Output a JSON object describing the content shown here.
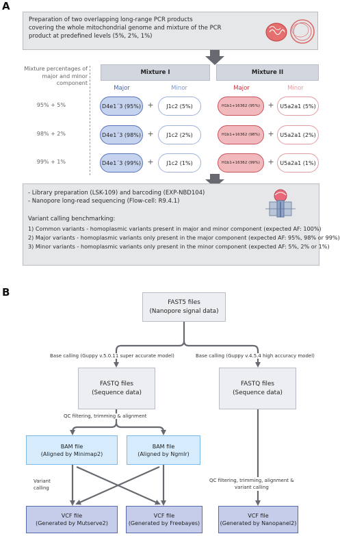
{
  "panel_a": {
    "letter": "A",
    "intro_line1": "Preparation of two overlapping long-range PCR products",
    "intro_line2": "covering the whole mitochondrial genome and mixture of the PCR",
    "intro_line3": "product at predefined levels (5%, 2%, 1%)",
    "mix_label_line1": "Mixture percentages of",
    "mix_label_line2": "major and minor",
    "mix_label_line3": "component",
    "mixture1_title": "Mixture I",
    "mixture2_title": "Mixture II",
    "major_label": "Major",
    "minor_label": "Minor",
    "rows": [
      {
        "pct": "95% + 5%",
        "m1_major": "D4e1´3 (95%)",
        "m1_minor": "J1c2 (5%)",
        "m2_major": "H1b1+16362 (95%)",
        "m2_minor": "U5a2a1 (5%)"
      },
      {
        "pct": "98% + 2%",
        "m1_major": "D4e1´3 (98%)",
        "m1_minor": "J1c2 (2%)",
        "m2_major": "H1b1+16362 (98%)",
        "m2_minor": "U5a2a1 (2%)"
      },
      {
        "pct": "99% + 1%",
        "m1_major": "D4e1´3 (99%)",
        "m1_minor": "J1c2 (1%)",
        "m2_major": "H1b1+16362 (99%)",
        "m2_minor": "U5a2a1 (1%)"
      }
    ],
    "plus": "+",
    "seq_line1": "- Library preparation (LSK-109) and barcoding (EXP-NBD104)",
    "seq_line2": "- Nanopore long-read sequencing (Flow-cell: R9.4.1)",
    "bench_title": "Variant calling benchmarking:",
    "bench_line1": "1) Common variants - homoplasmic variants present in major and minor component (expected AF: 100%)",
    "bench_line2": "2) Major variants - homoplasmic variants only present in the major component (expected AF: 95%, 98% or 99%)",
    "bench_line3": "3) Minor variants - homoplasmic variants only present in the minor component  (expected AF: 5%, 2% or 1%)"
  },
  "panel_b": {
    "letter": "B",
    "fast5_line1": "FAST5 files",
    "fast5_line2": "(Nanopore signal data)",
    "basecall_left": "Base calling (Guppy v.5.0.11 super accurate model)",
    "basecall_right": "Base calling (Guppy v.4.5.4 high accuracy model)",
    "fastq_line1": "FASTQ files",
    "fastq_line2": "(Sequence data)",
    "qc_left": "QC filtering, trimming & alignment",
    "bam1_line1": "BAM file",
    "bam1_line2": "(Aligned by Minimap2)",
    "bam2_line1": "BAM file",
    "bam2_line2": "(Aligned by Ngmlr)",
    "variant_calling_line1": "Variant",
    "variant_calling_line2": "calling",
    "qc_right_line1": "QC filtering, trimming, alignment &",
    "qc_right_line2": "variant calling",
    "vcf1_line1": "VCF file",
    "vcf1_line2": "(Generated by Mutserve2)",
    "vcf2_line1": "VCF file",
    "vcf2_line2": "(Generated by Freebayes)",
    "vcf3_line1": "VCF file",
    "vcf3_line2": "(Generated by Nanopanel2)"
  },
  "colors": {
    "major_blue": "#3f5fb0",
    "minor_blue": "#7f95cc",
    "major_red": "#c8323c",
    "minor_red": "#e79aa0",
    "arrow_gray": "#666a70"
  }
}
